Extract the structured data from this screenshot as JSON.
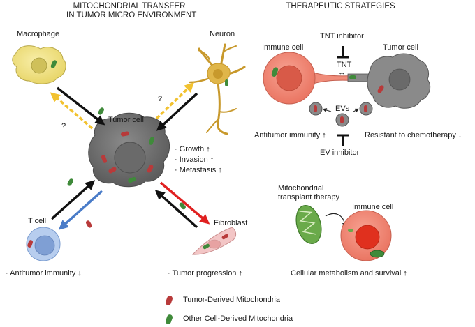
{
  "left_panel": {
    "title_line1": "MITOCHONDRIAL TRANSFER",
    "title_line2": "IN TUMOR MICRO ENVIRONMENT",
    "macrophage": "Macrophage",
    "neuron": "Neuron",
    "tumor_cell": "Tumor cell",
    "t_cell": "T cell",
    "fibroblast": "Fibroblast",
    "unknown_left": "?",
    "unknown_right": "?",
    "effects": [
      "· Growth ↑",
      "· Invasion ↑",
      "· Metastasis ↑"
    ],
    "t_cell_effect": "· Antitumor immunity ↓",
    "fibroblast_effect": "· Tumor progression ↑"
  },
  "right_panel": {
    "title": "THERAPEUTIC STRATEGIES",
    "tnt_inhibitor": "TNT inhibitor",
    "immune_cell": "Immune cell",
    "tumor_cell": "Tumor cell",
    "tnt": "TNT",
    "tnt_arrow": "↔",
    "evs": "EVs",
    "antitumor": "Antitumor immunity ↑",
    "resistant": "Resistant to chemotherapy ↓",
    "ev_inhibitor": "EV inhibitor",
    "transplant_line1": "Mitochondrial",
    "transplant_line2": "transplant therapy",
    "immune_cell_2": "Immune cell",
    "metabolism": "Cellular metabolism and survival ↑"
  },
  "legend": {
    "tumor_derived": "Tumor-Derived Mitochondria",
    "other_derived": "Other Cell-Derived Mitochondria"
  },
  "colors": {
    "tumor_mito": "#b83a3a",
    "other_mito": "#3f8a3a",
    "macrophage": "#f2e48a",
    "neuron": "#e0b64a",
    "tumor": "#7a7a7a",
    "tcell": "#a9c4ea",
    "fibroblast": "#f3c6c6",
    "immune": "#f08c7a",
    "arrow_black": "#111111",
    "arrow_yellow": "#f2c230",
    "arrow_blue": "#4a7cc8",
    "arrow_red": "#e02020"
  }
}
